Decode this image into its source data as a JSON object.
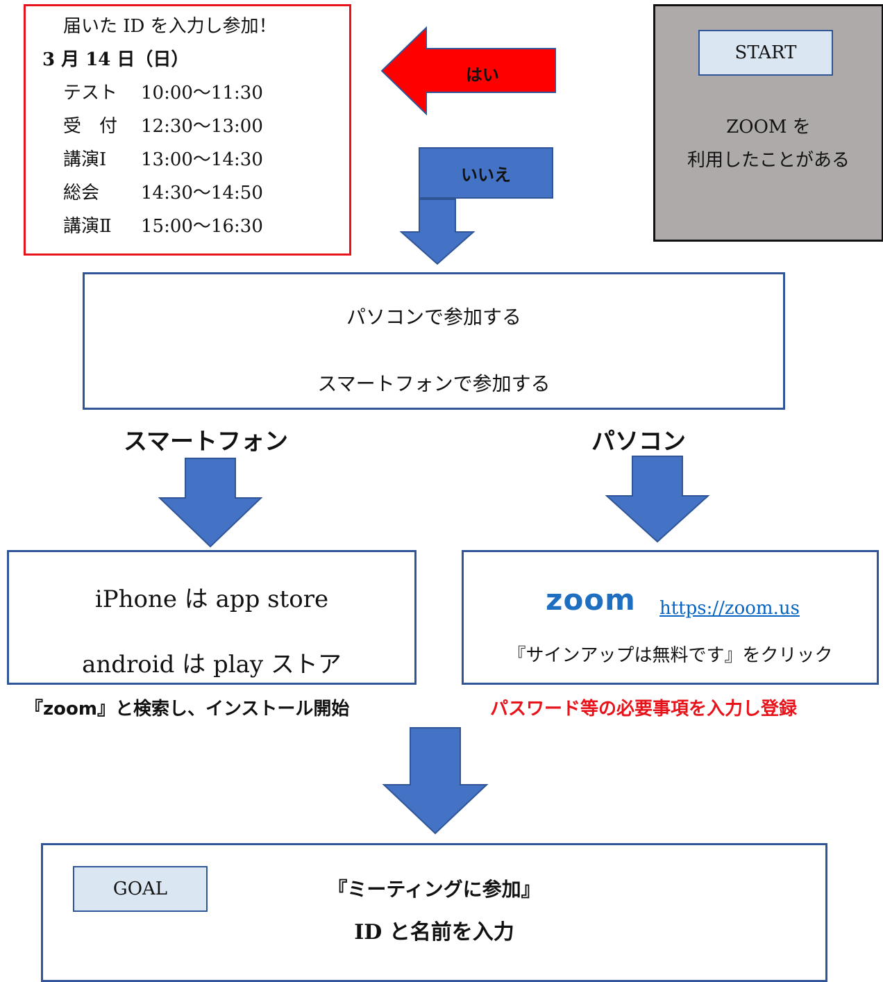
{
  "schedule": {
    "header": "届いた ID を入力し参加！",
    "date": "3 月 14 日（日）",
    "items": [
      {
        "label": "テスト",
        "time": "10:00～11:30"
      },
      {
        "label": "受　付",
        "time": "12:30～13:00"
      },
      {
        "label": "講演Ⅰ",
        "time": "13:00～14:30"
      },
      {
        "label": "総会",
        "time": "14:30～14:50"
      },
      {
        "label": "講演Ⅱ",
        "time": "15:00～16:30"
      }
    ]
  },
  "start": {
    "label": "START",
    "question_line1": "ZOOM を",
    "question_line2": "利用したことがある"
  },
  "yes_label": "はい",
  "no_label": "いいえ",
  "device_choice": {
    "pc_option": "パソコンで参加する",
    "phone_option": "スマートフォンで参加する"
  },
  "branch_phone_heading": "スマートフォン",
  "branch_pc_heading": "パソコン",
  "phone_box": {
    "line1": "iPhone は app store",
    "line2": "android は play ストア"
  },
  "phone_note": "『zoom』と検索し、インストール開始",
  "pc_box": {
    "logo": "zoom",
    "url": "https://zoom.us",
    "instruction": "『サインアップは無料です』をクリック"
  },
  "pc_note": "パスワード等の必要事項を入力し登録",
  "goal": {
    "label": "GOAL",
    "line1": "『ミーティングに参加』",
    "line2": "ID と名前を入力"
  },
  "colors": {
    "arrow_blue": "#4472c4",
    "border_blue": "#2f5597",
    "red": "#e8131a",
    "start_gray": "#aeaaa9",
    "label_fill": "#dbe6f3",
    "logo_blue": "#2d8cff",
    "link_blue": "#0563c1"
  }
}
